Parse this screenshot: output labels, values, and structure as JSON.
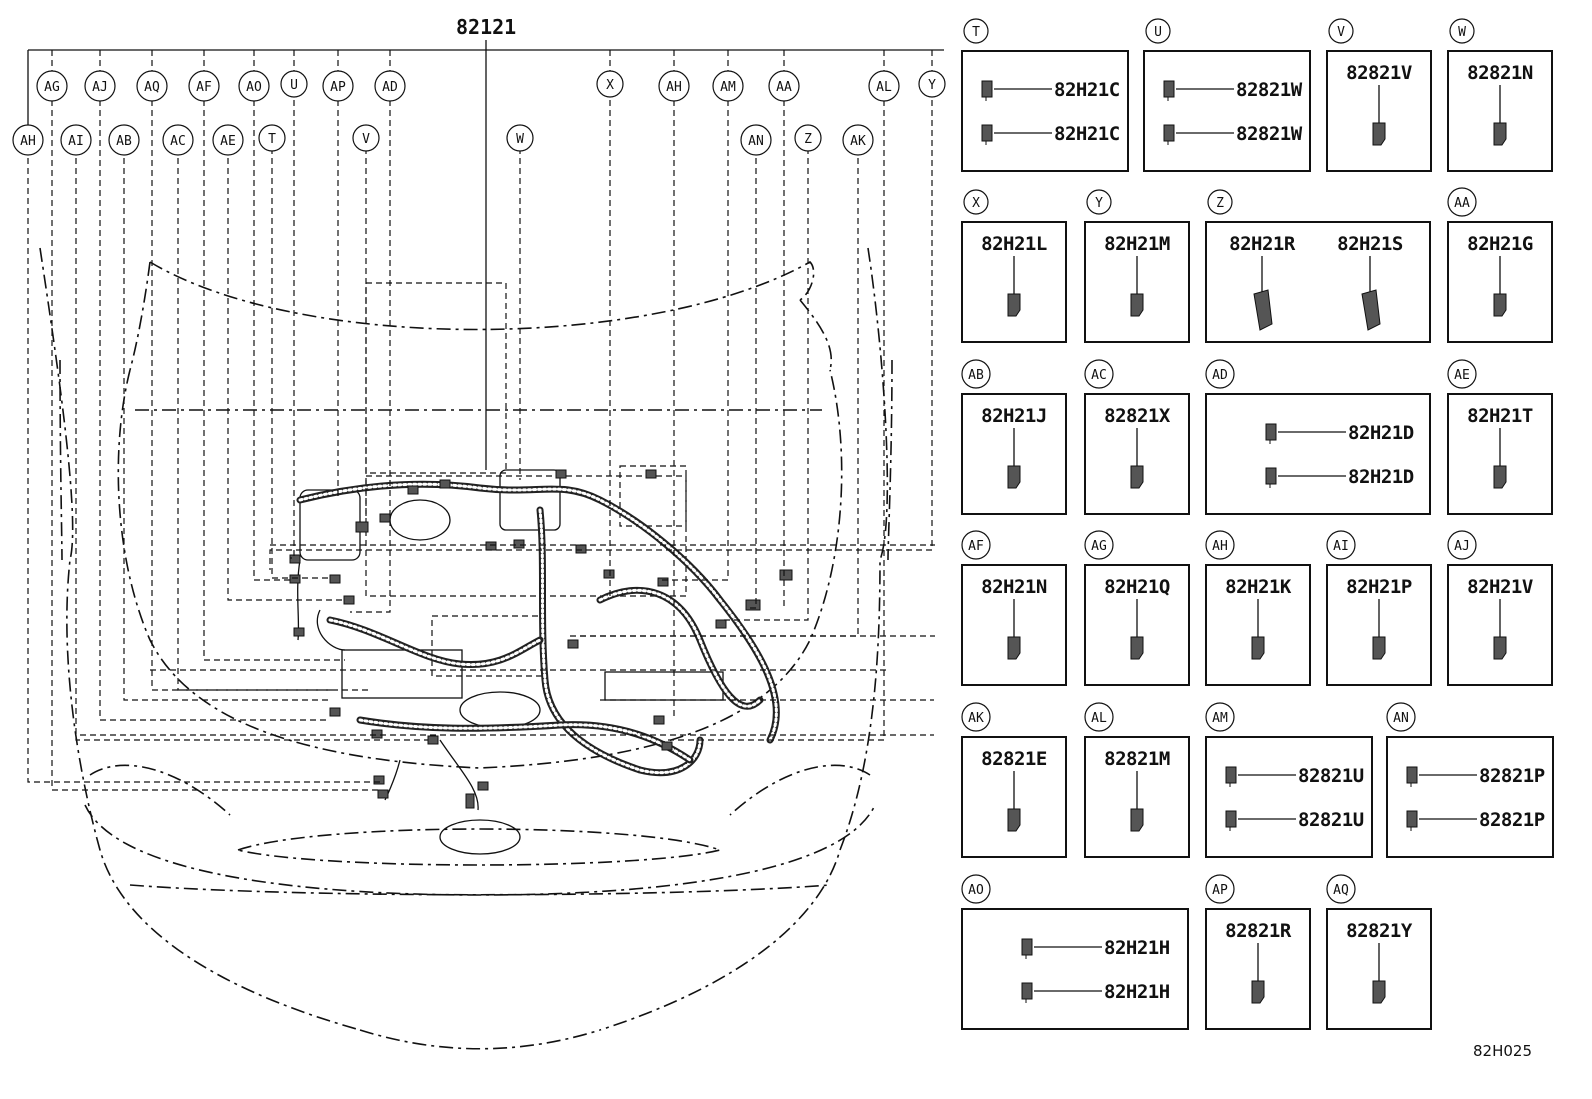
{
  "main_part_number": "82121",
  "diagram_code": "82H025",
  "callouts_top": [
    "AG",
    "AJ",
    "AQ",
    "AF",
    "AO",
    "U",
    "AP",
    "AD",
    "X",
    "AH",
    "AM",
    "AA",
    "AL",
    "Y"
  ],
  "callouts_mid": [
    "AH",
    "AI",
    "AB",
    "AC",
    "AE",
    "T",
    "V",
    "W",
    "AN",
    "Z",
    "AK"
  ],
  "catalog": [
    {
      "id": "T",
      "parts": [
        "82H21C",
        "82H21C"
      ]
    },
    {
      "id": "U",
      "parts": [
        "82821W",
        "82821W"
      ]
    },
    {
      "id": "V",
      "parts": [
        "82821V"
      ]
    },
    {
      "id": "W",
      "parts": [
        "82821N"
      ]
    },
    {
      "id": "X",
      "parts": [
        "82H21L"
      ]
    },
    {
      "id": "Y",
      "parts": [
        "82H21M"
      ]
    },
    {
      "id": "Z",
      "parts": [
        "82H21R",
        "82H21S"
      ]
    },
    {
      "id": "AA",
      "parts": [
        "82H21G"
      ]
    },
    {
      "id": "AB",
      "parts": [
        "82H21J"
      ]
    },
    {
      "id": "AC",
      "parts": [
        "82821X"
      ]
    },
    {
      "id": "AD",
      "parts": [
        "82H21D",
        "82H21D"
      ]
    },
    {
      "id": "AE",
      "parts": [
        "82H21T"
      ]
    },
    {
      "id": "AF",
      "parts": [
        "82H21N"
      ]
    },
    {
      "id": "AG",
      "parts": [
        "82H21Q"
      ]
    },
    {
      "id": "AH",
      "parts": [
        "82H21K"
      ]
    },
    {
      "id": "AI",
      "parts": [
        "82H21P"
      ]
    },
    {
      "id": "AJ",
      "parts": [
        "82H21V"
      ]
    },
    {
      "id": "AK",
      "parts": [
        "82821E"
      ]
    },
    {
      "id": "AL",
      "parts": [
        "82821M"
      ]
    },
    {
      "id": "AM",
      "parts": [
        "82821U",
        "82821U"
      ]
    },
    {
      "id": "AN",
      "parts": [
        "82821P",
        "82821P"
      ]
    },
    {
      "id": "AO",
      "parts": [
        "82H21H",
        "82H21H"
      ]
    },
    {
      "id": "AP",
      "parts": [
        "82821R"
      ]
    },
    {
      "id": "AQ",
      "parts": [
        "82821Y"
      ]
    }
  ]
}
